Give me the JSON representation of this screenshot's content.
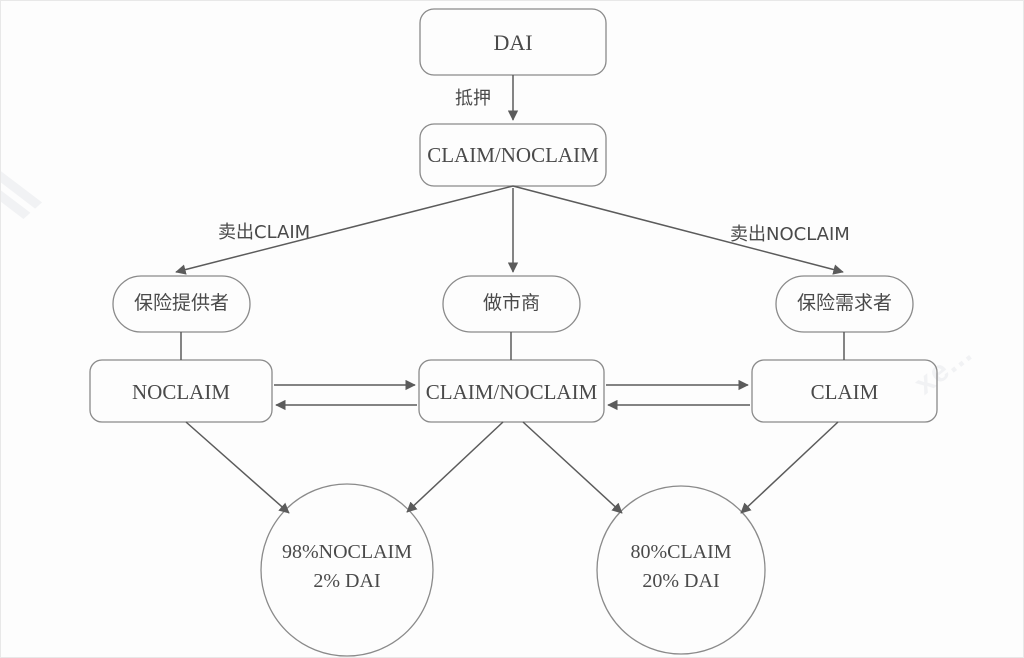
{
  "diagram": {
    "title": "DAI CLAIM/NOCLAIM insurance flow",
    "stroke_color": "#8a8a8a",
    "arrow_color": "#5b5b5b",
    "text_color": "#4a4a4a",
    "background": "#fdfdfd"
  },
  "watermark": {
    "left": "\\\\",
    "right": "xe...",
    "bottom_left": "\\"
  },
  "nodes": [
    {
      "id": "dai",
      "label": "DAI",
      "shape": "rounded-rect",
      "script": "en"
    },
    {
      "id": "claimnoclaim_top",
      "label": "CLAIM/NOCLAIM",
      "shape": "rounded-rect",
      "script": "en"
    },
    {
      "id": "provider",
      "label": "保险提供者",
      "shape": "stadium",
      "script": "cn"
    },
    {
      "id": "marketmaker",
      "label": "做市商",
      "shape": "stadium",
      "script": "cn"
    },
    {
      "id": "demander",
      "label": "保险需求者",
      "shape": "stadium",
      "script": "cn"
    },
    {
      "id": "noclaim",
      "label": "NOCLAIM",
      "shape": "rounded-rect",
      "script": "en"
    },
    {
      "id": "claimnoclaim_mid",
      "label": "CLAIM/NOCLAIM",
      "shape": "rounded-rect",
      "script": "en"
    },
    {
      "id": "claim",
      "label": "CLAIM",
      "shape": "rounded-rect",
      "script": "en"
    },
    {
      "id": "pool_noclaim",
      "label_line1": "98%NOCLAIM",
      "label_line2": "2% DAI",
      "shape": "circle",
      "script": "en"
    },
    {
      "id": "pool_claim",
      "label_line1": "80%CLAIM",
      "label_line2": "20% DAI",
      "shape": "circle",
      "script": "en"
    }
  ],
  "edge_labels": [
    {
      "id": "collateral",
      "text": "抵押"
    },
    {
      "id": "sell_claim",
      "text": "卖出CLAIM"
    },
    {
      "id": "sell_noclaim",
      "text": "卖出NOCLAIM"
    }
  ],
  "edges": [
    {
      "from": "dai",
      "to": "claimnoclaim_top",
      "label": "抵押",
      "direction": "one-way"
    },
    {
      "from": "claimnoclaim_top",
      "to": "provider",
      "label": "卖出CLAIM",
      "direction": "one-way"
    },
    {
      "from": "claimnoclaim_top",
      "to": "marketmaker",
      "label": "",
      "direction": "one-way"
    },
    {
      "from": "claimnoclaim_top",
      "to": "demander",
      "label": "卖出NOCLAIM",
      "direction": "one-way"
    },
    {
      "from": "provider",
      "to": "noclaim",
      "label": "",
      "direction": "plain"
    },
    {
      "from": "marketmaker",
      "to": "claimnoclaim_mid",
      "label": "",
      "direction": "plain"
    },
    {
      "from": "demander",
      "to": "claim",
      "label": "",
      "direction": "plain"
    },
    {
      "from": "noclaim",
      "to": "claimnoclaim_mid",
      "label": "",
      "direction": "two-way"
    },
    {
      "from": "claim",
      "to": "claimnoclaim_mid",
      "label": "",
      "direction": "two-way"
    },
    {
      "from": "noclaim",
      "to": "pool_noclaim",
      "label": "",
      "direction": "one-way"
    },
    {
      "from": "claimnoclaim_mid",
      "to": "pool_noclaim",
      "label": "",
      "direction": "one-way"
    },
    {
      "from": "claimnoclaim_mid",
      "to": "pool_claim",
      "label": "",
      "direction": "one-way"
    },
    {
      "from": "claim",
      "to": "pool_claim",
      "label": "",
      "direction": "one-way"
    }
  ]
}
